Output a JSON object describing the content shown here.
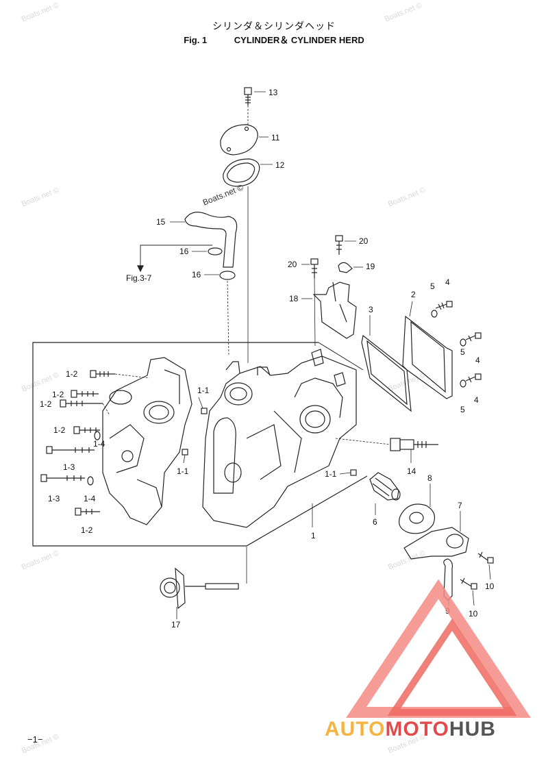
{
  "header": {
    "title_jp": "シリンダ＆シリンダヘッド",
    "fig_label": "Fig. 1",
    "title_en": "CYLINDER＆ CYLINDER HERD"
  },
  "ref_label": "Fig.3-7",
  "part_labels": {
    "p1": "1",
    "p1_1": "1-1",
    "p1_2": "1-2",
    "p1_3": "1-3",
    "p1_4": "1-4",
    "p2": "2",
    "p3": "3",
    "p4": "4",
    "p5": "5",
    "p6": "6",
    "p7": "7",
    "p8": "8",
    "p9": "9",
    "p10": "10",
    "p11": "11",
    "p12": "12",
    "p13": "13",
    "p14": "14",
    "p15": "15",
    "p16": "16",
    "p17": "17",
    "p18": "18",
    "p19": "19",
    "p20": "20"
  },
  "watermark": "Boats.net ©",
  "page_number": "−1−",
  "logo": {
    "part1": "AUTO",
    "part2": "MOTO",
    "part3": "HUB"
  }
}
